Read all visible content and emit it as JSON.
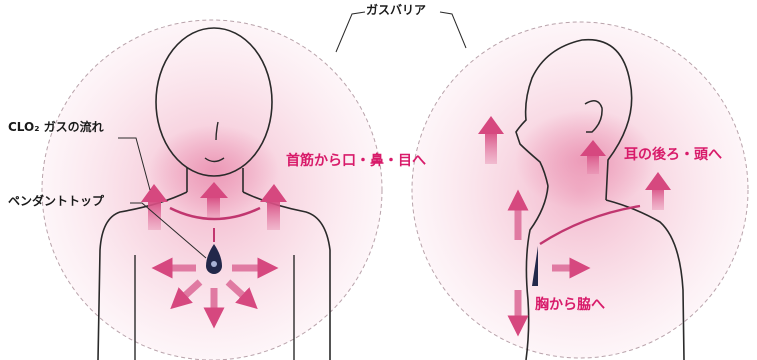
{
  "labels": {
    "gas_barrier": "ガスバリア",
    "clo2_flow": "CLO₂ ガスの流れ",
    "pendant_top": "ペンダントトップ",
    "front_direction": "首筋から口・鼻・目へ",
    "back_ear_head": "耳の後ろ・頭へ",
    "back_chest_side": "胸から脇へ"
  },
  "icons": [
    "front-figure",
    "back-figure",
    "gas-barrier-circle",
    "pendant-icon",
    "arrow-icon"
  ],
  "colors": {
    "arrow": "#d6487f",
    "text_pink": "#d81b6a",
    "barrier_fill": "#fbe7ee",
    "necklace": "#c1366f",
    "pendant": "#22284a"
  }
}
